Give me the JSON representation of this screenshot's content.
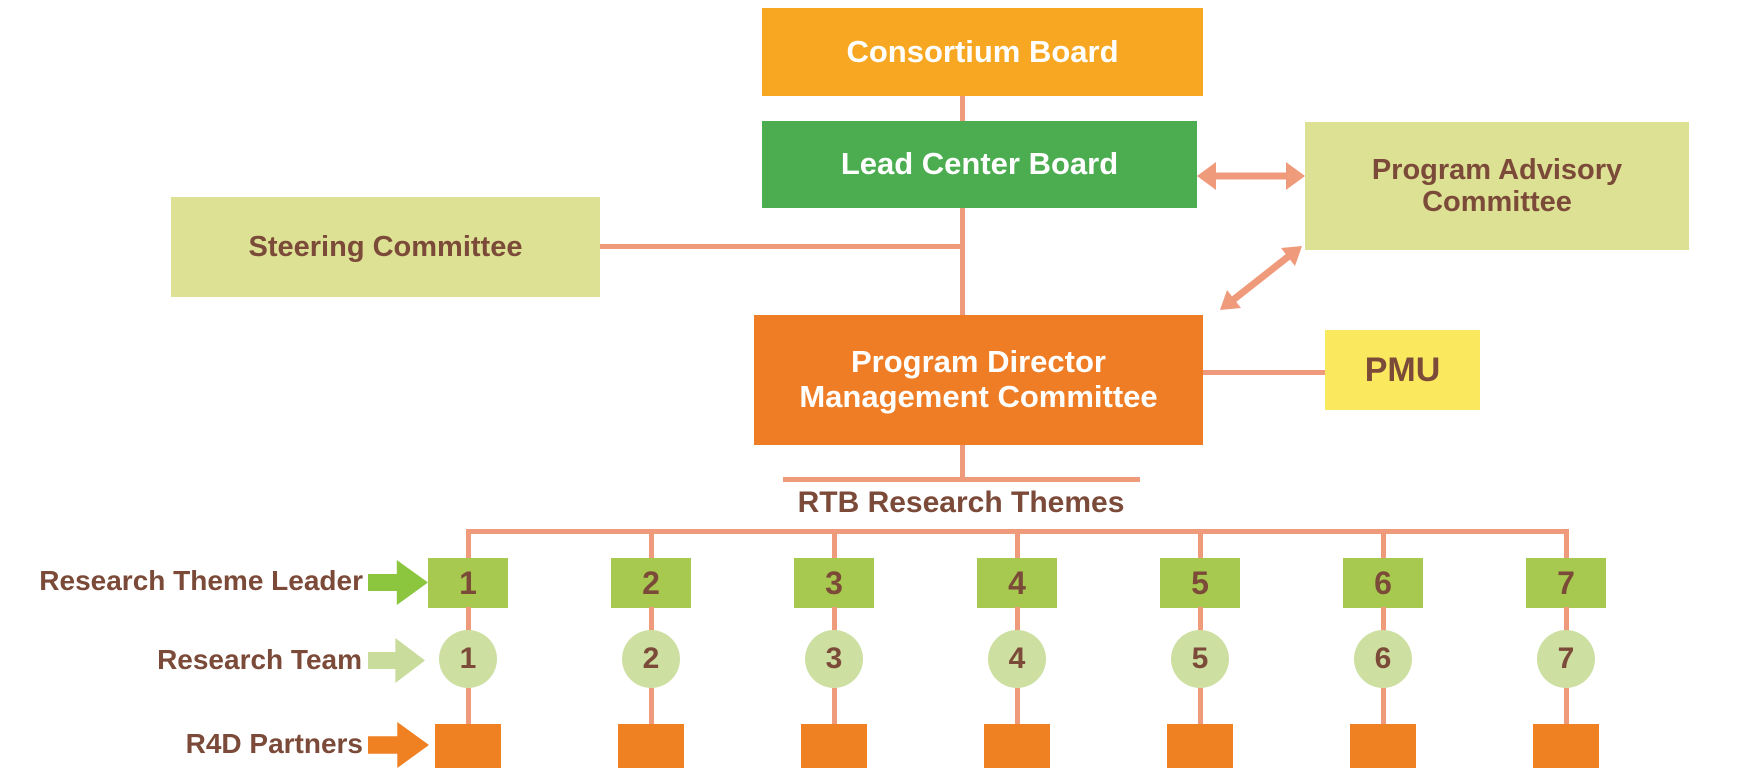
{
  "boxes": {
    "consortium_board": "Consortium Board",
    "lead_center_board": "Lead Center Board",
    "program_advisory_committee_lines": [
      "Program Advisory",
      "Committee"
    ],
    "steering_committee": "Steering Committee",
    "program_director_lines": [
      "Program Director",
      "Management Committee"
    ],
    "pmu": "PMU"
  },
  "research_themes": {
    "title": "RTB Research Themes",
    "theme_leader_numbers": [
      "1",
      "2",
      "3",
      "4",
      "5",
      "6",
      "7"
    ],
    "research_team_numbers": [
      "1",
      "2",
      "3",
      "4",
      "5",
      "6",
      "7"
    ]
  },
  "legend": {
    "research_theme_leader": "Research Theme Leader",
    "research_team": "Research Team",
    "r4d_partners": "R4D Partners"
  },
  "colors": {
    "consortium_orange": "#F7A722",
    "lead_center_green": "#4BAD50",
    "pale_yellow_green": "#DCE194",
    "pdmc_orange": "#EE7D26",
    "pmu_yellow": "#FAE95F",
    "theme_green": "#A7C94F",
    "team_green": "#CDDFA1",
    "partner_orange": "#F08123",
    "connector_salmon": "#F09A7C",
    "leader_arrow_green": "#8CC63F",
    "team_arrow_green": "#C9DC9B",
    "text_brown": "#7B4A38"
  }
}
